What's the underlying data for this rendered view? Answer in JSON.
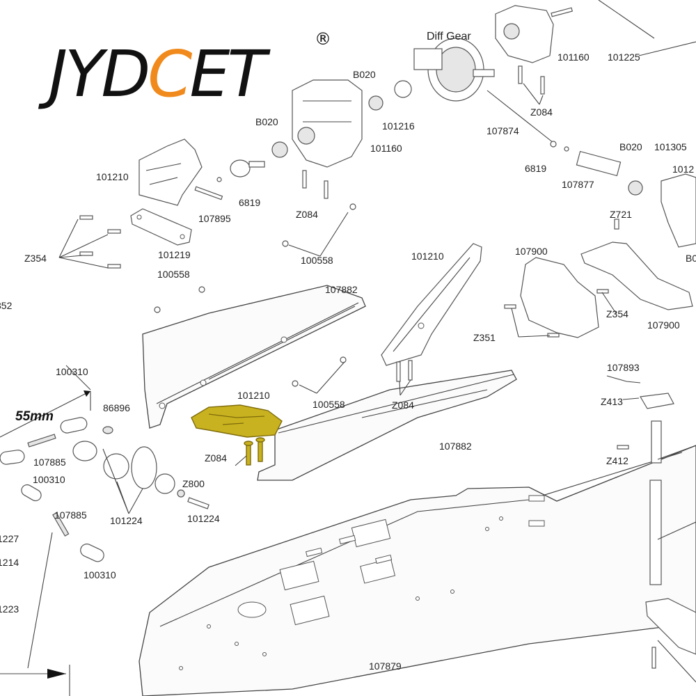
{
  "brand": {
    "name_part1": "JYD",
    "name_accent": "C",
    "name_part2": "ET",
    "registered_mark": "®",
    "accent_color": "#f08a1c"
  },
  "highlight_color": "#c9b21f",
  "dimension_label": "55mm",
  "labels": {
    "diff_gear": "Diff Gear",
    "p101160_top": "101160",
    "p101225": "101225",
    "b020_top": "B020",
    "p101216": "101216",
    "z084_top": "Z084",
    "p107874": "107874",
    "b020_left": "B020",
    "p101160_mid": "101160",
    "p101210_left": "101210",
    "p6819_left": "6819",
    "p107895": "107895",
    "z084_mid": "Z084",
    "p101219": "101219",
    "z354_left": "Z354",
    "p100558_mid": "100558",
    "p6819_right": "6819",
    "p107877": "107877",
    "b020_right": "B020",
    "p101305": "101305",
    "p1012_edge": "1012",
    "z721": "Z721",
    "b0_edge": "B0",
    "p101210_center": "101210",
    "p107900_top": "107900",
    "p100558_left": "100558",
    "p352_edge": "352",
    "p107882_top": "107882",
    "z354_right": "Z354",
    "p107900_right": "107900",
    "z351": "Z351",
    "p100310_top": "100310",
    "p86896": "86896",
    "p101210_part": "101210",
    "p100558_low": "100558",
    "z084_low": "Z084",
    "p107893": "107893",
    "z413": "Z413",
    "p107885_top": "107885",
    "p100310_mid": "100310",
    "z084_hl": "Z084",
    "p107882_low": "107882",
    "z412": "Z412",
    "z800": "Z800",
    "p101224_left": "101224",
    "p101224_right": "101224",
    "p107885_low": "107885",
    "p1227_edge": "1227",
    "p1214_edge": "1214",
    "p100310_low": "100310",
    "p1223_edge": "1223",
    "p107879": "107879"
  }
}
